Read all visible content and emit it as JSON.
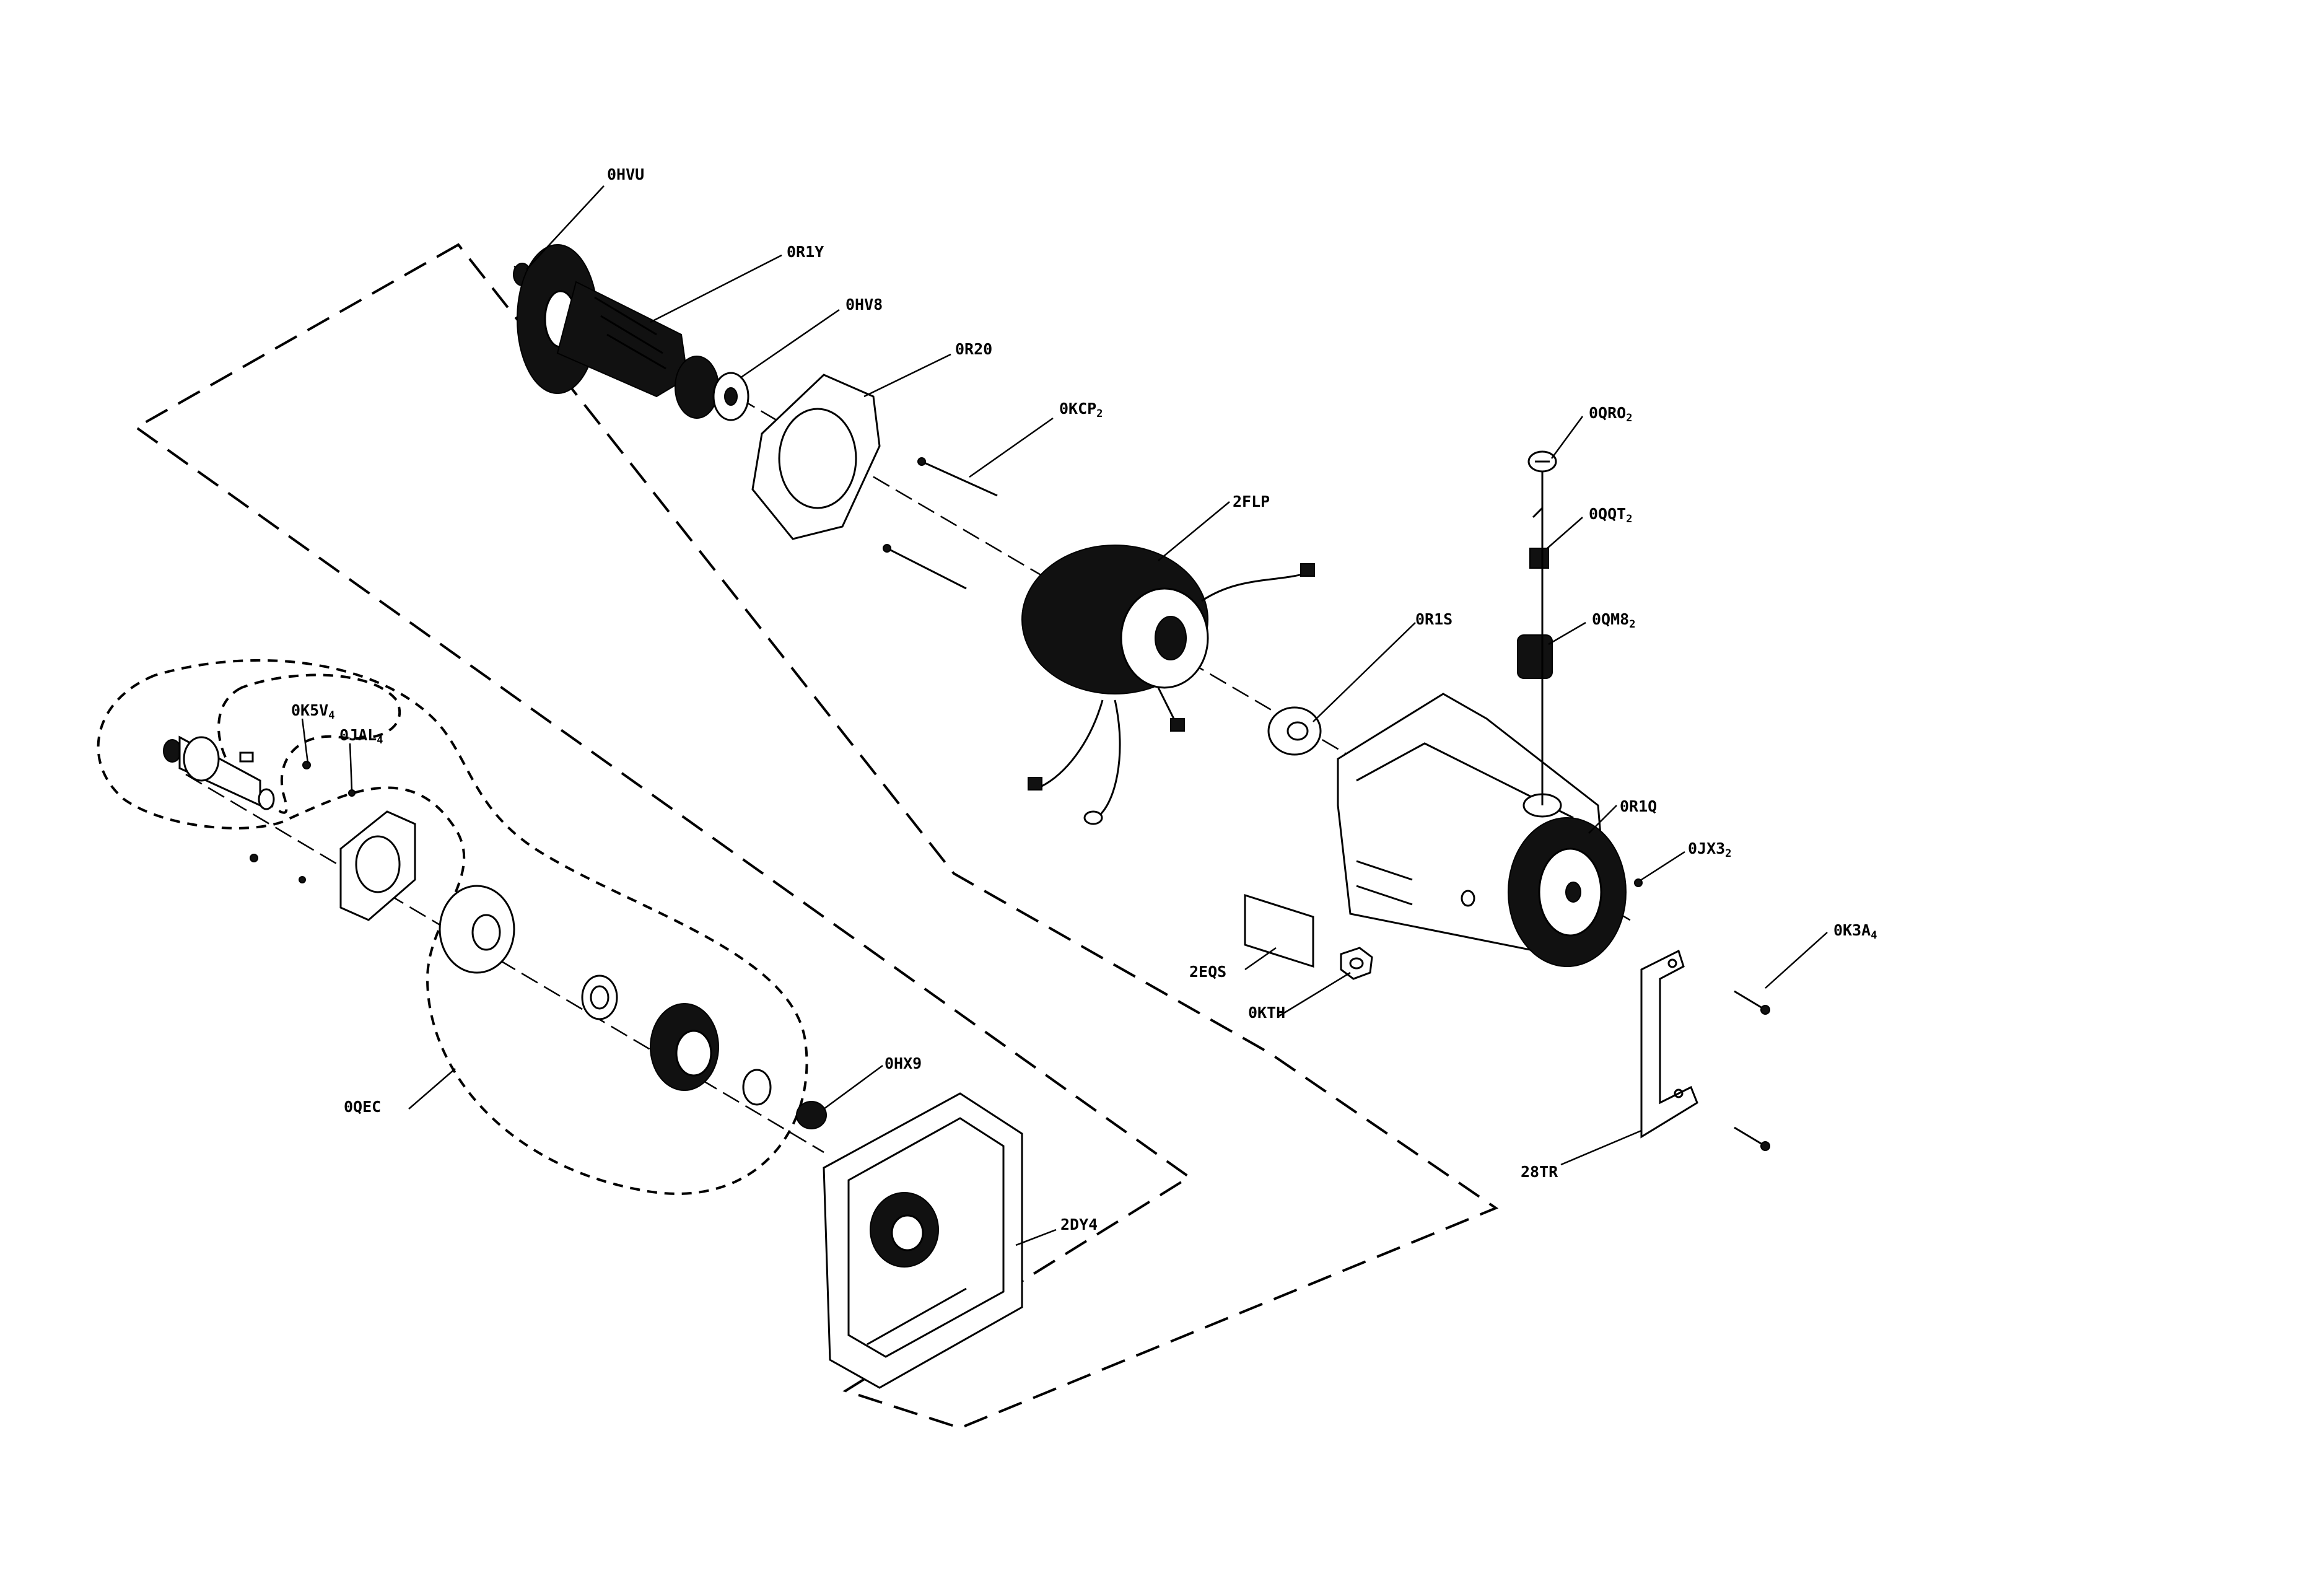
{
  "labels": {
    "ohvu": "0HVU",
    "or1y": "0R1Y",
    "ohv8": "0HV8",
    "or20": "0R20",
    "okcp": "0KCP",
    "okcp_sub": "2",
    "flp": "2FLP",
    "oqro": "0QRO",
    "oqro_sub": "2",
    "oqqt": "0QQT",
    "oqqt_sub": "2",
    "oqm": "0QM8",
    "oqm_sub": "2",
    "or1s": "0R1S",
    "or1q": "0R1Q",
    "ojx3": "0JX3",
    "ojx3_sub": "2",
    "ok3a": "0K3A",
    "ok3a_sub": "4",
    "eqs": "2EQS",
    "okth": "0KTH",
    "str": "28TR",
    "ok5v": "0K5V",
    "ok5v_sub": "4",
    "ojal": "0JAL",
    "ojal_sub": "4",
    "oqec": "0QEC",
    "ohx9": "0HX9",
    "dy4": "2DY4"
  }
}
